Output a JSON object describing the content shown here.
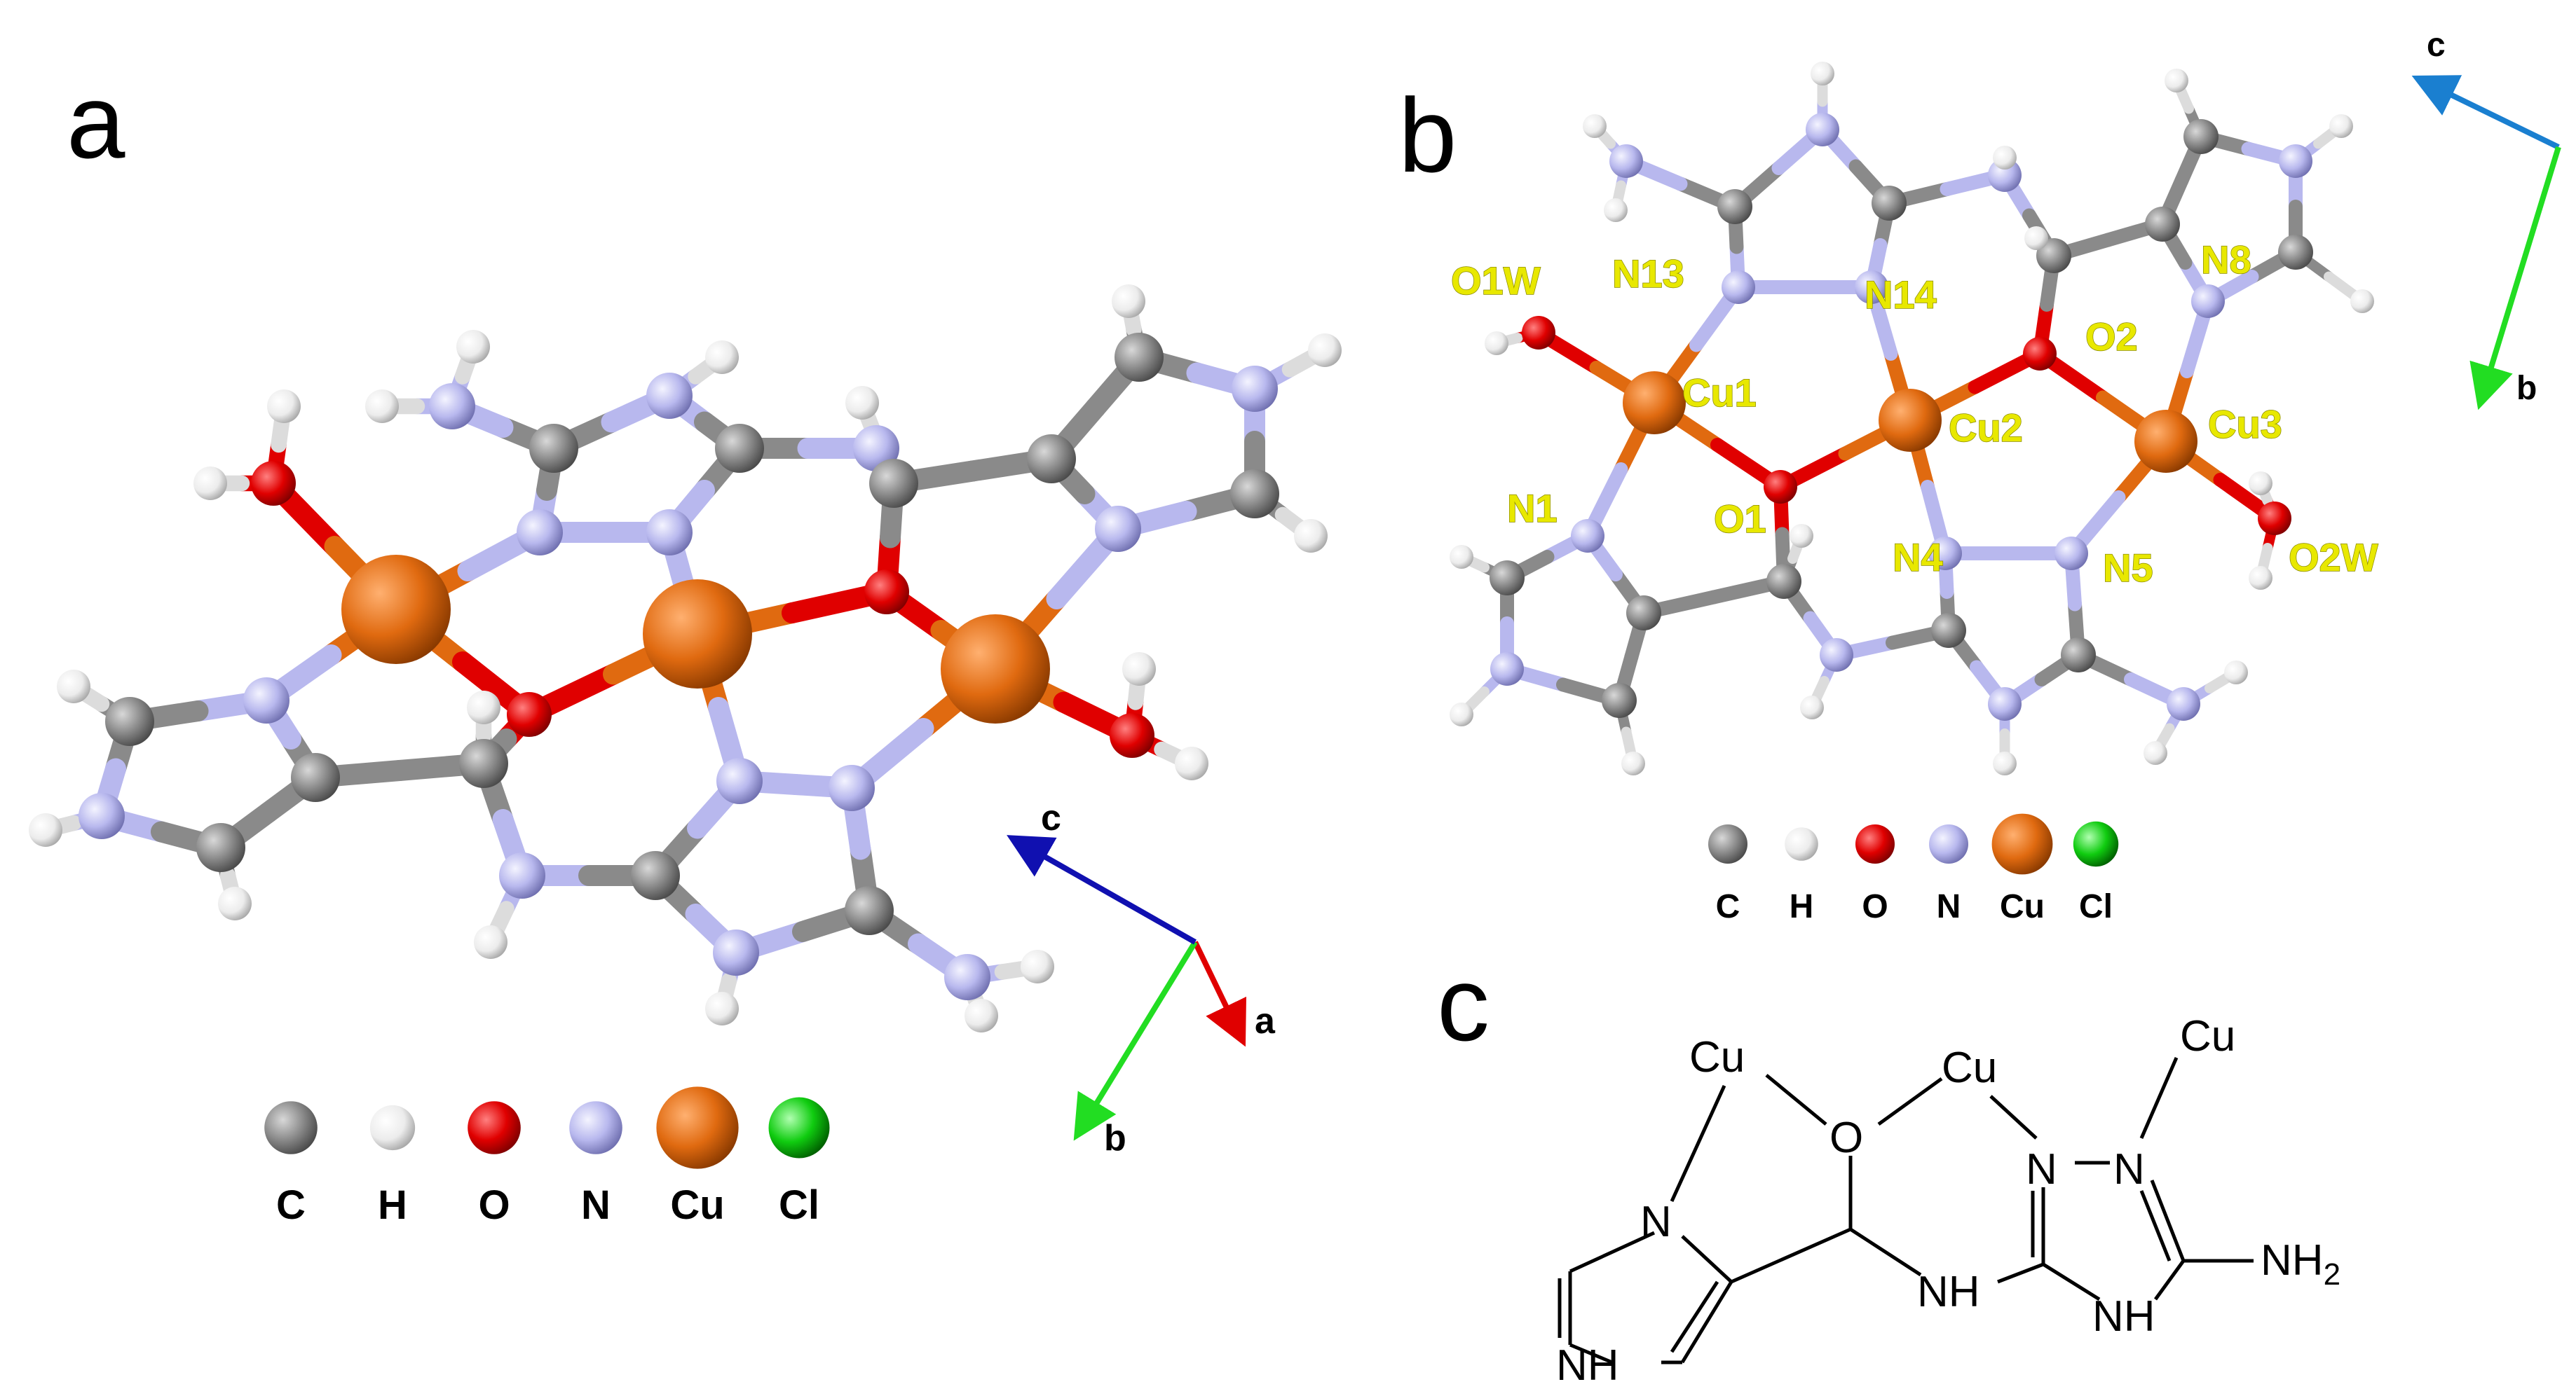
{
  "panels": {
    "a": "a",
    "b": "b",
    "c": "c"
  },
  "legend": {
    "items": [
      {
        "label": "C",
        "color": "#8a8a8a"
      },
      {
        "label": "H",
        "color": "#f2f2f2"
      },
      {
        "label": "O",
        "color": "#e00000"
      },
      {
        "label": "N",
        "color": "#b8b8ee"
      },
      {
        "label": "Cu",
        "color": "#e06a10"
      },
      {
        "label": "Cl",
        "color": "#10cc10"
      }
    ]
  },
  "axes_a": {
    "c": "c",
    "a": "a",
    "b": "b"
  },
  "axes_b": {
    "c": "c",
    "b": "b"
  },
  "atom_labels_b": [
    "O1W",
    "N13",
    "N14",
    "N8",
    "O2",
    "Cu1",
    "Cu2",
    "Cu3",
    "N1",
    "O1",
    "N4",
    "N5",
    "O2W"
  ],
  "scheme_c": {
    "cu_left": "Cu",
    "cu_mid": "Cu",
    "cu_right": "Cu",
    "o": "O",
    "n_imid": "N",
    "nh_imid": "NH",
    "nh_link": "NH",
    "n_tri_1": "N",
    "n_tri_2": "N",
    "nh_tri": "NH",
    "nh2": "NH",
    "nh2_sub": "2"
  },
  "colors": {
    "carbon": "#8a8a8a",
    "hydrogen": "#f2f2f2",
    "oxygen": "#e00000",
    "nitrogen": "#b8b8ee",
    "copper": "#e06a10",
    "chlorine": "#10cc10",
    "label_yellow": "#e8e800",
    "axis_a": "#e00000",
    "axis_b": "#22dd22",
    "axis_c": "#1010b0",
    "axis_c_b": "#1a7fd0"
  }
}
